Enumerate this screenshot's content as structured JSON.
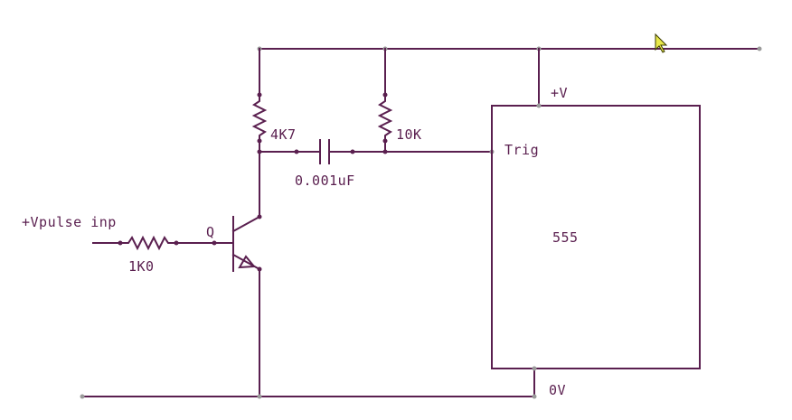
{
  "labels": {
    "supply_pin": "+V",
    "trigger_pin": "Trig",
    "ground_pin": "0V",
    "ic_name": "555",
    "input": "+Vpulse inp",
    "transistor": "Q",
    "r_base": "1K0",
    "r_collector": "4K7",
    "r_pullup": "10K",
    "capacitor": "0.001uF"
  },
  "colors": {
    "wire": "#5a1f4f",
    "background": "#ffffff",
    "cursor": "#e8e84a"
  },
  "icons": {
    "cursor": "mouse-pointer-icon"
  }
}
